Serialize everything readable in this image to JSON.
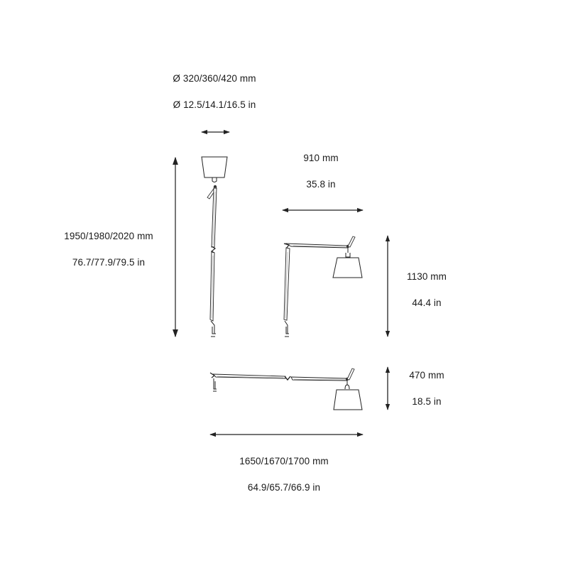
{
  "diagram": {
    "type": "dimension-drawing",
    "subject": "Articulated lamp with shade",
    "colors": {
      "line": "#1a1a1a",
      "dimension_line": "#333333",
      "background": "#ffffff"
    },
    "views": {
      "vertical": {
        "shade_diameter": {
          "mm": "Ø 320/360/420 mm",
          "in": "Ø 12.5/14.1/16.5 in"
        },
        "height": {
          "mm": "1950/1980/2020 mm",
          "in": "76.7/77.9/79.5 in"
        }
      },
      "angled": {
        "reach": {
          "mm": "910 mm",
          "in": "35.8 in"
        },
        "height": {
          "mm": "1130 mm",
          "in": "44.4 in"
        }
      },
      "horizontal": {
        "height": {
          "mm": "470 mm",
          "in": "18.5 in"
        },
        "length": {
          "mm": "1650/1670/1700 mm",
          "in": "64.9/65.7/66.9 in"
        }
      }
    }
  }
}
